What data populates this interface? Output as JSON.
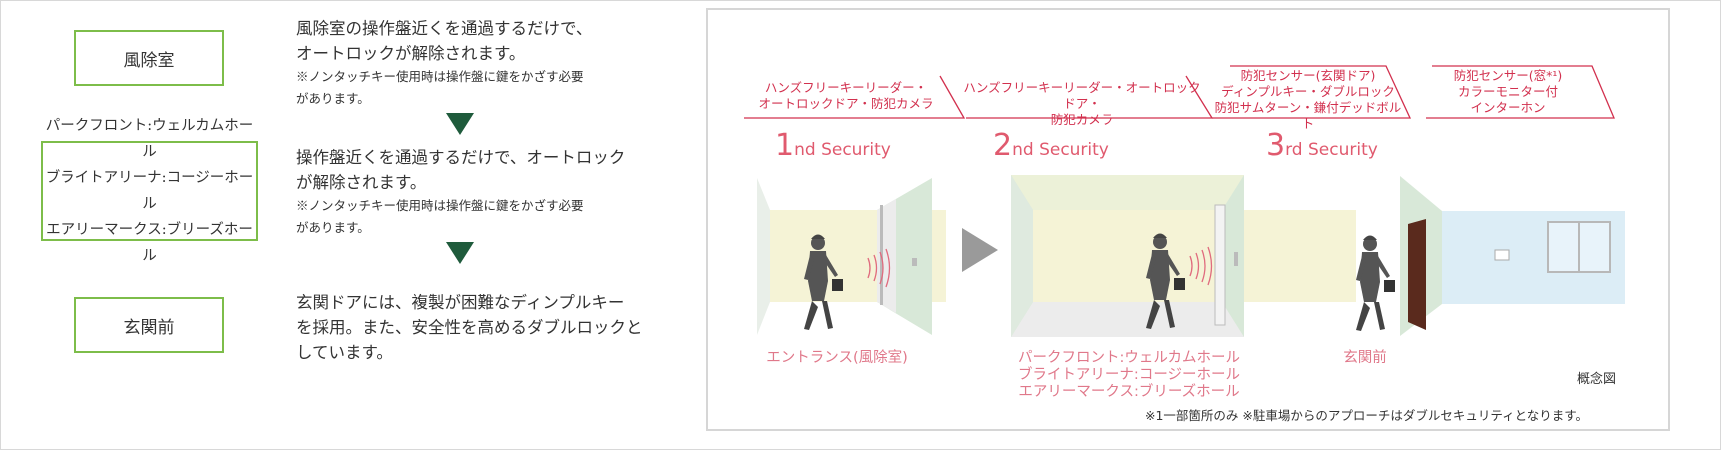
{
  "flow": {
    "stages": [
      {
        "label": "風除室",
        "description": [
          "風除室の操作盤近くを通過するだけで、",
          "オートロックが解除されます。"
        ],
        "note": [
          "※ノンタッチキー使用時は操作盤に鍵をかざす必要",
          "があります。"
        ]
      },
      {
        "label_lines": [
          "パークフロント:ウェルカムホール",
          "ブライトアリーナ:コージーホール",
          "エアリーマークス:ブリーズホール"
        ],
        "description": [
          "操作盤近くを通過するだけで、オートロック",
          "が解除されます。"
        ],
        "note": [
          "※ノンタッチキー使用時は操作盤に鍵をかざす必要",
          "があります。"
        ]
      },
      {
        "label": "玄関前",
        "description": [
          "玄関ドアには、複製が困難なディンプルキー",
          "を採用。また、安全性を高めるダブルロックと",
          "しています。"
        ]
      }
    ]
  },
  "diagram": {
    "security_levels": [
      {
        "num": "1",
        "suffix": "nd Security",
        "features": [
          "ハンズフリーキーリーダー・",
          "オートロックドア・防犯カメラ"
        ],
        "place_lines": [
          "エントランス(風除室)"
        ]
      },
      {
        "num": "2",
        "suffix": "nd Security",
        "features": [
          "ハンズフリーキーリーダー・オートロックドア・",
          "防犯カメラ"
        ],
        "place_lines": [
          "パークフロント:ウェルカムホール",
          "ブライトアリーナ:コージーホール",
          "エアリーマークス:ブリーズホール"
        ]
      },
      {
        "num": "3",
        "suffix": "rd Security",
        "features": [
          "防犯センサー(玄関ドア)",
          "ディンプルキー・ダブルロック",
          "防犯サムターン・鎌付デッドボルト"
        ],
        "place_lines": [
          "玄関前"
        ]
      }
    ],
    "extra_feature": [
      "防犯センサー(窓*¹)",
      "カラーモニター付",
      "インターホン"
    ],
    "concept_label": "概念図",
    "footnote": "※1一部箇所のみ ※駐車場からのアプローチはダブルセキュリティとなります。"
  },
  "colors": {
    "green_border": "#7dbd4a",
    "dark_green_arrow": "#1f5b3c",
    "accent_red": "#d2304e",
    "pink_label": "#e05a6e"
  }
}
